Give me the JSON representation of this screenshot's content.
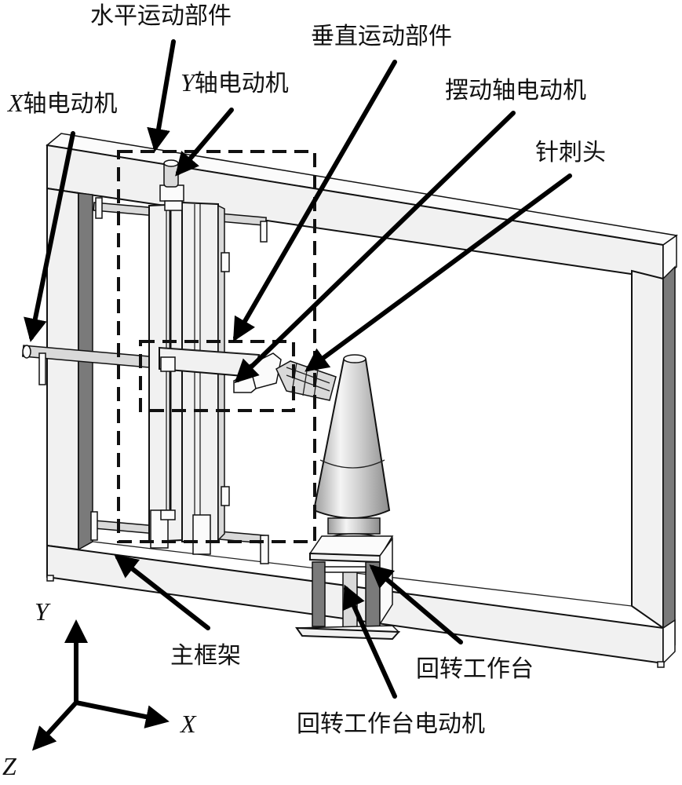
{
  "figure": {
    "title": "针刺成型设备结构示意图",
    "labels": {
      "horizontal_unit": "水平运动部件",
      "vertical_unit": "垂直运动部件",
      "y_motor_prefix": "Y",
      "y_motor": "轴电动机",
      "x_motor_prefix": "X",
      "x_motor": "轴电动机",
      "swing_motor": "摆动轴电动机",
      "needle_head": "针刺头",
      "main_frame": "主框架",
      "rotary_table": "回转工作台",
      "rotary_table_motor": "回转工作台电动机"
    },
    "axes": {
      "x": "X",
      "y": "Y",
      "z": "Z"
    }
  }
}
